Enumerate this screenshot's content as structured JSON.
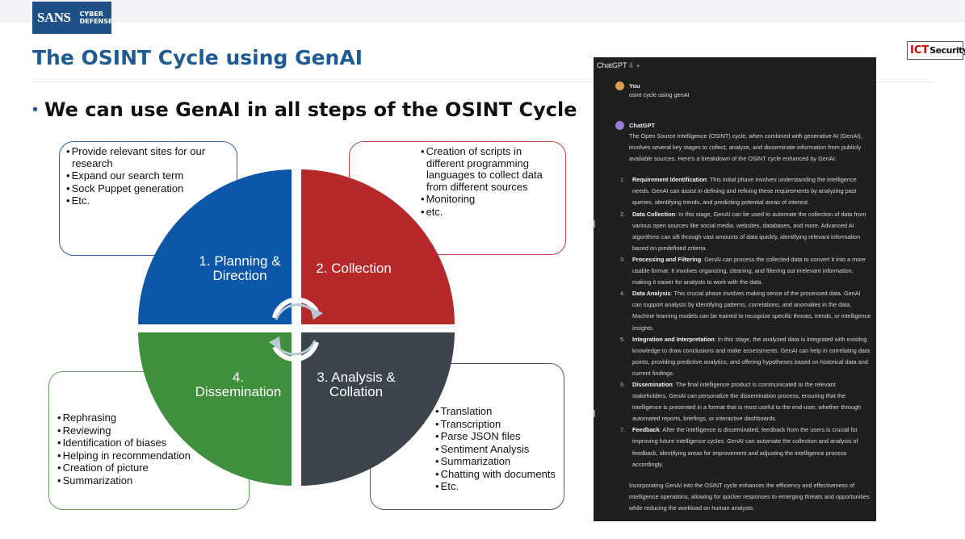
{
  "header": {
    "logo_word": "SANS",
    "logo_sub_1": "CYBER",
    "logo_sub_2": "DEFENSE",
    "title": "The OSINT Cycle using GenAI",
    "partner_logo_1": "ICT",
    "partner_logo_2": "Security"
  },
  "bullet": "We can use GenAI in all steps of the OSINT Cycle",
  "colors": {
    "planning": "#0d57a8",
    "collection": "#b6282a",
    "dissemination": "#3f8f3c",
    "analysis": "#3c444d",
    "title": "#1e5b92"
  },
  "cycle": {
    "planning": "1. Planning & Direction",
    "collection": "2. Collection",
    "dissemination": "4. Dissemination",
    "analysis": "3. Analysis & Collation"
  },
  "callouts": {
    "planning": [
      "Provide relevant sites for our research",
      "Expand our search term",
      "Sock Puppet generation",
      "Etc."
    ],
    "collection": [
      "Creation of scripts in different programming languages to collect data from different sources",
      "Monitoring",
      "etc."
    ],
    "dissemination": [
      "Rephrasing",
      "Reviewing",
      "Identification of biases",
      "Helping in recommendation",
      "Creation of picture",
      "Summarization"
    ],
    "analysis": [
      "Translation",
      "Transcription",
      "Parse JSON files",
      "Sentiment Analysis",
      "Summarization",
      "Chatting with documents",
      "Etc."
    ]
  },
  "chat": {
    "model": "ChatGPT",
    "version": "4",
    "user_name": "You",
    "user_message": "osint cycle using genAI",
    "assistant_name": "ChatGPT",
    "intro": "The Open Source Intelligence (OSINT) cycle, when combined with generative AI (GenAI), involves several key stages to collect, analyze, and disseminate information from publicly available sources. Here's a breakdown of the OSINT cycle enhanced by GenAI:",
    "steps": [
      {
        "num": "1.",
        "title": "Requirement Identification",
        "text": ": This initial phase involves understanding the intelligence needs. GenAI can assist in defining and refining these requirements by analyzing past queries, identifying trends, and predicting potential areas of interest."
      },
      {
        "num": "2.",
        "title": "Data Collection",
        "text": ": In this stage, GenAI can be used to automate the collection of data from various open sources like social media, websites, databases, and more. Advanced AI algorithms can sift through vast amounts of data quickly, identifying relevant information based on predefined criteria."
      },
      {
        "num": "3.",
        "title": "Processing and Filtering",
        "text": ": GenAI can process the collected data to convert it into a more usable format. It involves organizing, cleaning, and filtering out irrelevant information, making it easier for analysts to work with the data."
      },
      {
        "num": "4.",
        "title": "Data Analysis",
        "text": ": This crucial phase involves making sense of the processed data. GenAI can support analysts by identifying patterns, correlations, and anomalies in the data. Machine learning models can be trained to recognize specific threats, trends, or intelligence insights."
      },
      {
        "num": "5.",
        "title": "Integration and Interpretation",
        "text": ": In this stage, the analyzed data is integrated with existing knowledge to draw conclusions and make assessments. GenAI can help in correlating data points, providing predictive analytics, and offering hypotheses based on historical data and current findings."
      },
      {
        "num": "6.",
        "title": "Dissemination",
        "text": ": The final intelligence product is communicated to the relevant stakeholders. GenAI can personalize the dissemination process, ensuring that the intelligence is presented in a format that is most useful to the end-user, whether through automated reports, briefings, or interactive dashboards."
      },
      {
        "num": "7.",
        "title": "Feedback",
        "text": ": After the intelligence is disseminated, feedback from the users is crucial for improving future intelligence cycles. GenAI can automate the collection and analysis of feedback, identifying areas for improvement and adjusting the intelligence process accordingly."
      }
    ],
    "outro": "Incorporating GenAI into the OSINT cycle enhances the efficiency and effectiveness of intelligence operations, allowing for quicker responses to emerging threats and opportunities while reducing the workload on human analysts."
  }
}
